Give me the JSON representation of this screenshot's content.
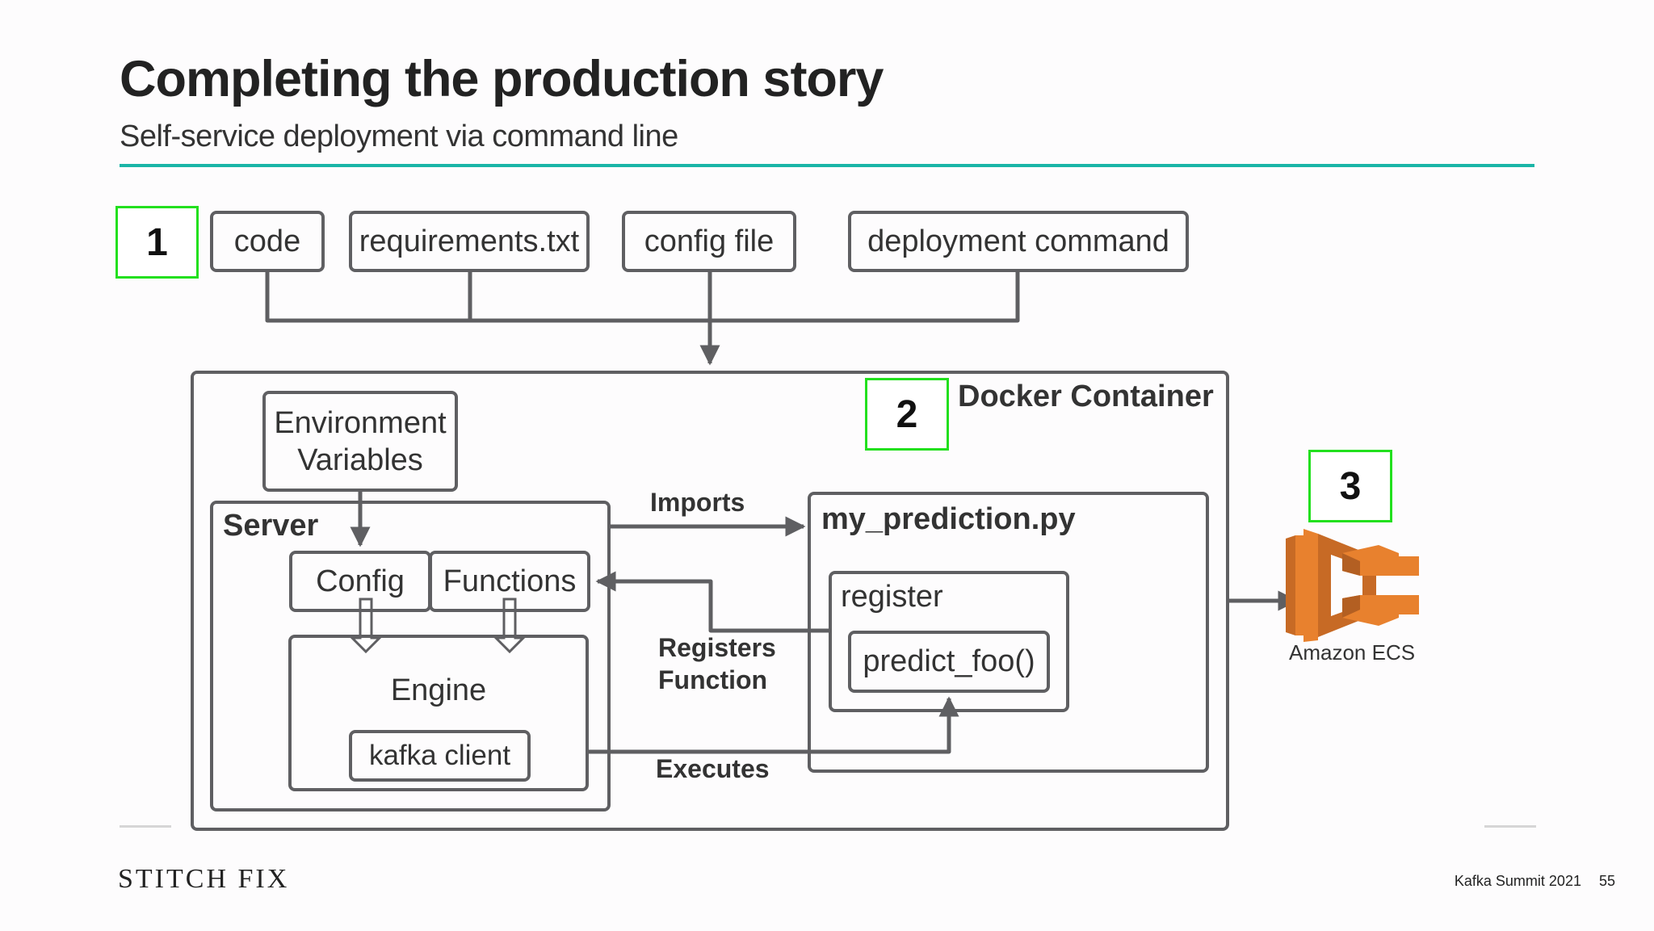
{
  "slide": {
    "title": "Completing the production story",
    "subtitle": "Self-service deployment via command line",
    "accent_color": "#1ab5a7"
  },
  "step_markers": [
    "1",
    "2",
    "3"
  ],
  "inputs": {
    "items": [
      "code",
      "requirements.txt",
      "config file",
      "deployment command"
    ]
  },
  "docker": {
    "title": "Docker Container",
    "env_vars": "Environment Variables",
    "env_vars_line1": "Environment",
    "env_vars_line2": "Variables",
    "server": {
      "title": "Server",
      "config": "Config",
      "functions": "Functions",
      "engine": "Engine",
      "kafka_client": "kafka client"
    },
    "module": {
      "title": "my_prediction.py",
      "register": "register",
      "function": "predict_foo()"
    },
    "edges": {
      "imports": "Imports",
      "registers_line1": "Registers",
      "registers_line2": "Function",
      "executes": "Executes"
    }
  },
  "target": {
    "label": "Amazon ECS",
    "icon": "amazon-ecs-icon",
    "color": "#e8812e"
  },
  "footer": {
    "brand": "STITCH FIX",
    "event": "Kafka Summit 2021",
    "page_number": "55"
  }
}
